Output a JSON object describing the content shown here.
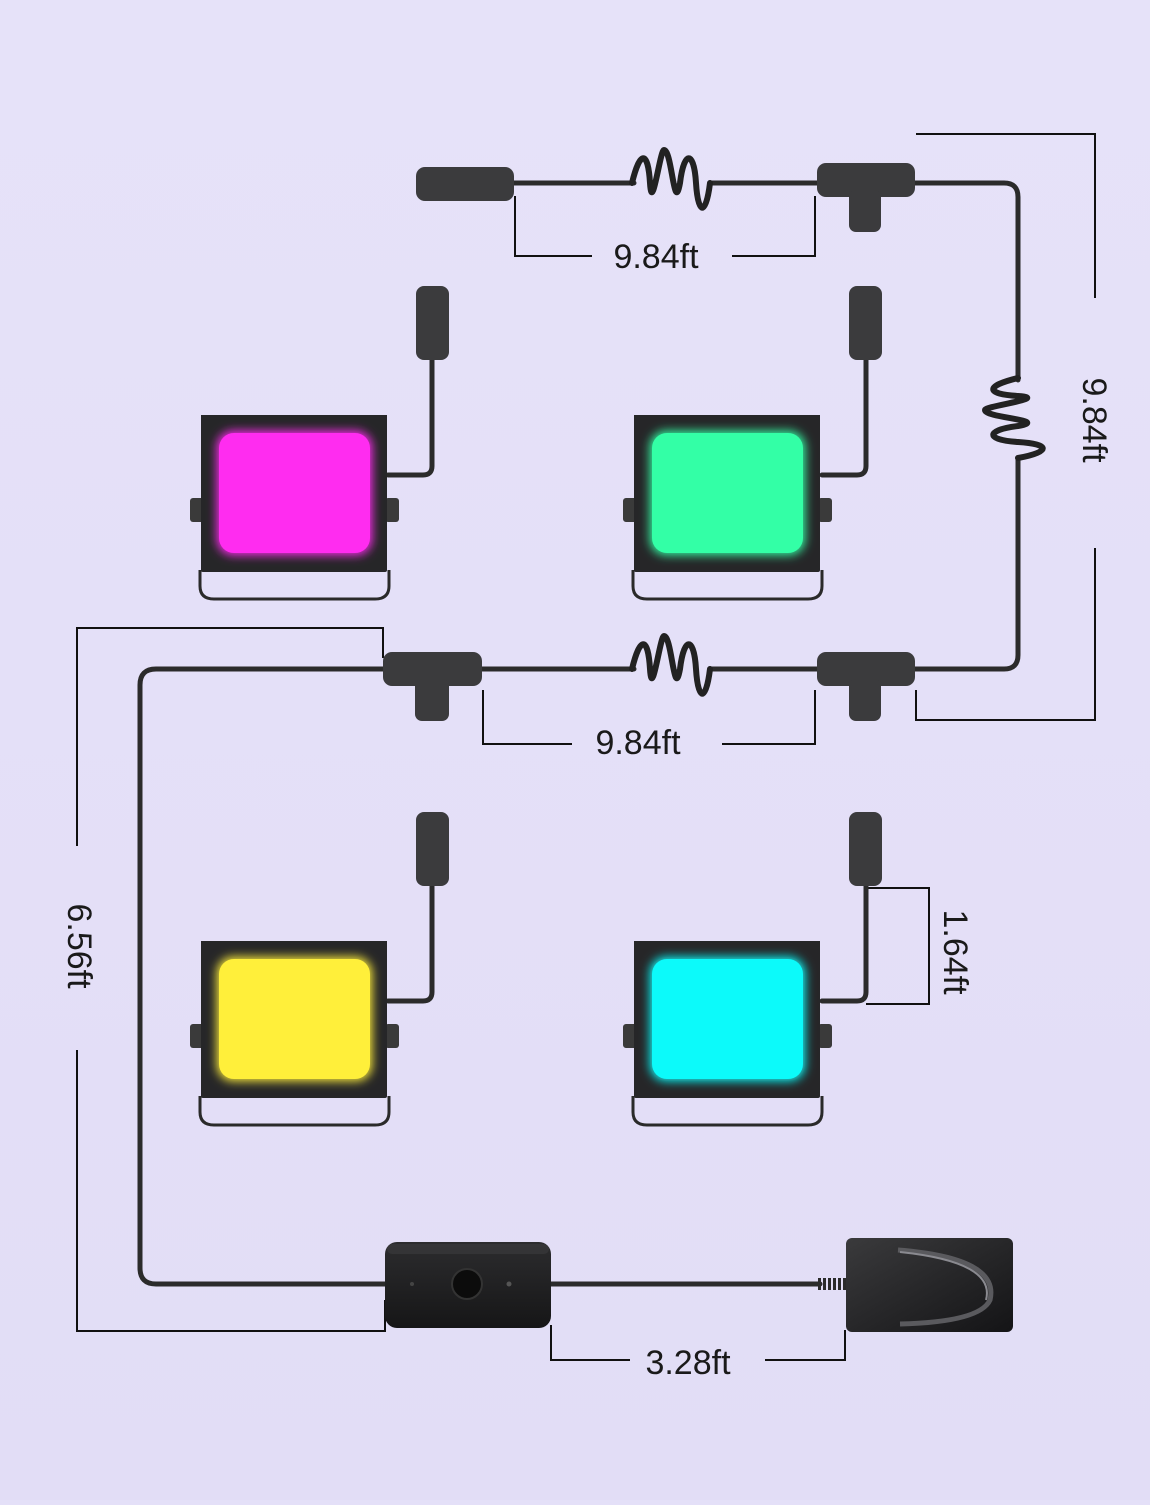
{
  "diagram": {
    "dimensions": {
      "top_segment": "9.84ft",
      "right_segment": "9.84ft",
      "middle_segment": "9.84ft",
      "left_segment": "6.56ft",
      "light_lead": "1.64ft",
      "adapter_cable": "3.28ft"
    },
    "lights": [
      {
        "id": "top-left",
        "color": "#ff2cf0"
      },
      {
        "id": "top-right",
        "color": "#33ffa6"
      },
      {
        "id": "bottom-left",
        "color": "#ffef3a"
      },
      {
        "id": "bottom-right",
        "color": "#0cfafa"
      }
    ],
    "colors": {
      "background": "#e4e0f8",
      "cable": "#2b2b2b",
      "connector": "#3b3b3d"
    }
  }
}
